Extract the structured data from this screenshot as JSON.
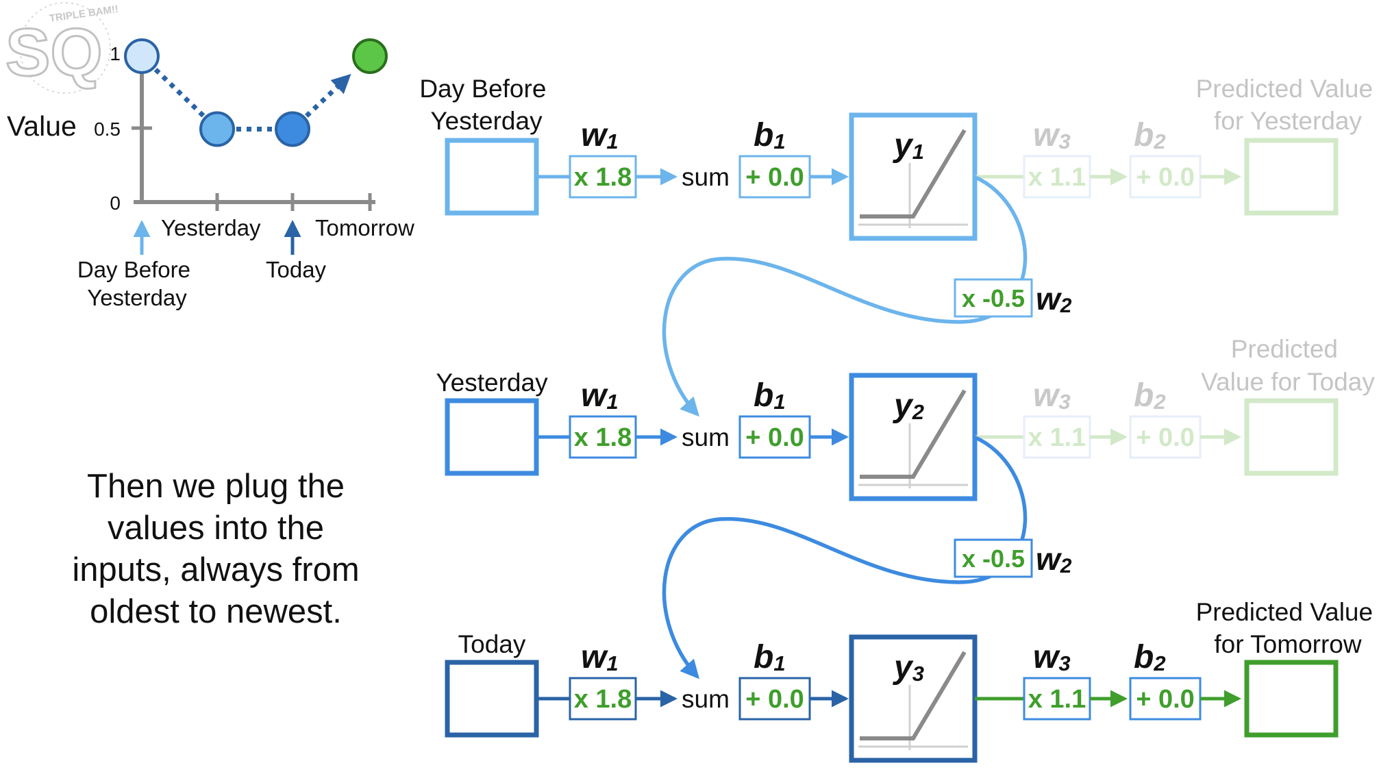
{
  "logo": {
    "letters": "SQ",
    "tagline": "TRIPLE BAM!!"
  },
  "chart_data": {
    "type": "line",
    "ylabel": "Value",
    "y_ticks": [
      "0",
      "0.5",
      "1"
    ],
    "x_labels": [
      "Day Before Yesterday",
      "Yesterday",
      "Today",
      "Tomorrow"
    ],
    "points": [
      {
        "x": "Day Before Yesterday",
        "y": 1.0
      },
      {
        "x": "Yesterday",
        "y": 0.5
      },
      {
        "x": "Today",
        "y": 0.5
      },
      {
        "x": "Tomorrow",
        "y": 1.0,
        "predicted": true
      }
    ],
    "ylim": [
      0,
      1
    ]
  },
  "caption": [
    "Then we plug the",
    "values into the",
    "inputs, always from",
    "oldest to newest."
  ],
  "inputs": {
    "day_before": [
      "Day Before",
      "Yesterday"
    ],
    "yesterday": [
      "Yesterday"
    ],
    "today": [
      "Today"
    ]
  },
  "network": {
    "w1_label": "w",
    "w1_sub": "1",
    "w1_value": "x 1.8",
    "b1_label": "b",
    "b1_sub": "1",
    "b1_value": "+ 0.0",
    "sum_label": "sum",
    "y_label": "y",
    "y_subs": [
      "1",
      "2",
      "3"
    ],
    "w2_label": "w",
    "w2_sub": "2",
    "w2_value": "x -0.5",
    "w3_label": "w",
    "w3_sub": "3",
    "w3_value": "x 1.1",
    "b2_label": "b",
    "b2_sub": "2",
    "b2_value": "+ 0.0"
  },
  "outputs": {
    "yesterday": [
      "Predicted Value",
      "for Yesterday"
    ],
    "today": [
      "Predicted",
      "Value for Today"
    ],
    "tomorrow": [
      "Predicted Value",
      "for Tomorrow"
    ]
  },
  "colors": {
    "light_blue": "#6cb4ec",
    "mid_blue": "#3d8be0",
    "dark_blue": "#2a63a6",
    "green": "#3f9e2c",
    "pale_green": "#d2e9c8",
    "pale_grey": "#cccccc",
    "axis_grey": "#8a8a8a"
  }
}
